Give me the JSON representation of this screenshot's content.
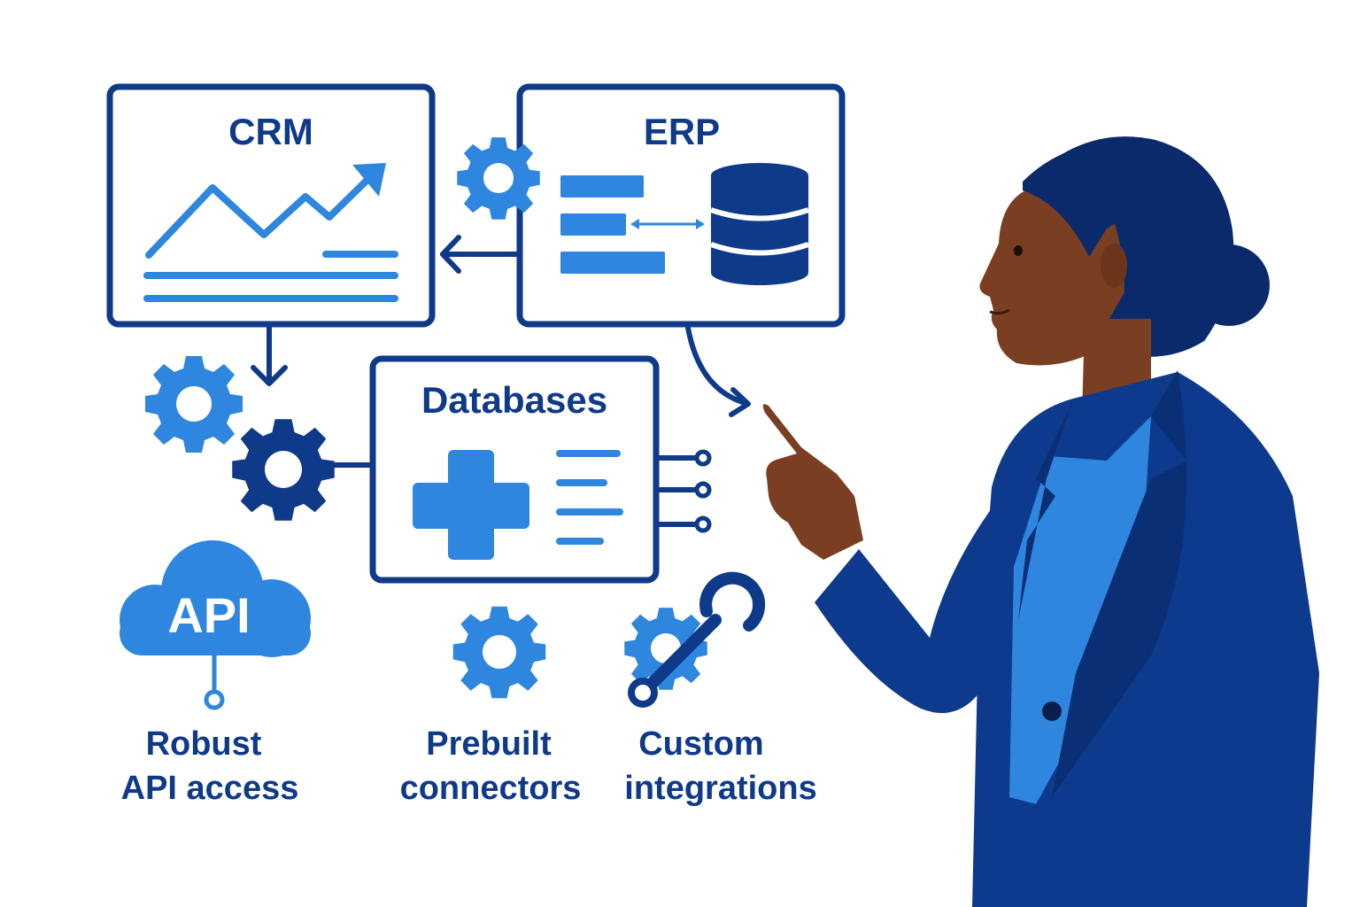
{
  "colors": {
    "navy": "#0f3a8a",
    "dark_navy": "#0a2a6b",
    "accent_blue": "#2e86de",
    "skin": "#7a3f22",
    "jacket": "#0d3a8c",
    "background": "#ffffff"
  },
  "panels": {
    "crm": {
      "title": "CRM",
      "icon": "trend-chart-icon"
    },
    "erp": {
      "title": "ERP",
      "icon": "database-icon"
    },
    "databases": {
      "title": "Databases",
      "icon": "plus-icon"
    }
  },
  "features": {
    "api": {
      "badge": "API",
      "line1": "Robust",
      "line2": "API access",
      "icon": "cloud-icon"
    },
    "connectors": {
      "line1": "Prebuilt",
      "line2": "connectors",
      "icon": "gear-icon"
    },
    "integrations": {
      "line1": "Custom",
      "line2": "integrations",
      "icon": "wrench-icon"
    }
  },
  "decorations": [
    "gear-icon",
    "gear-icon",
    "gear-icon",
    "arrow-icon",
    "person-illustration"
  ]
}
